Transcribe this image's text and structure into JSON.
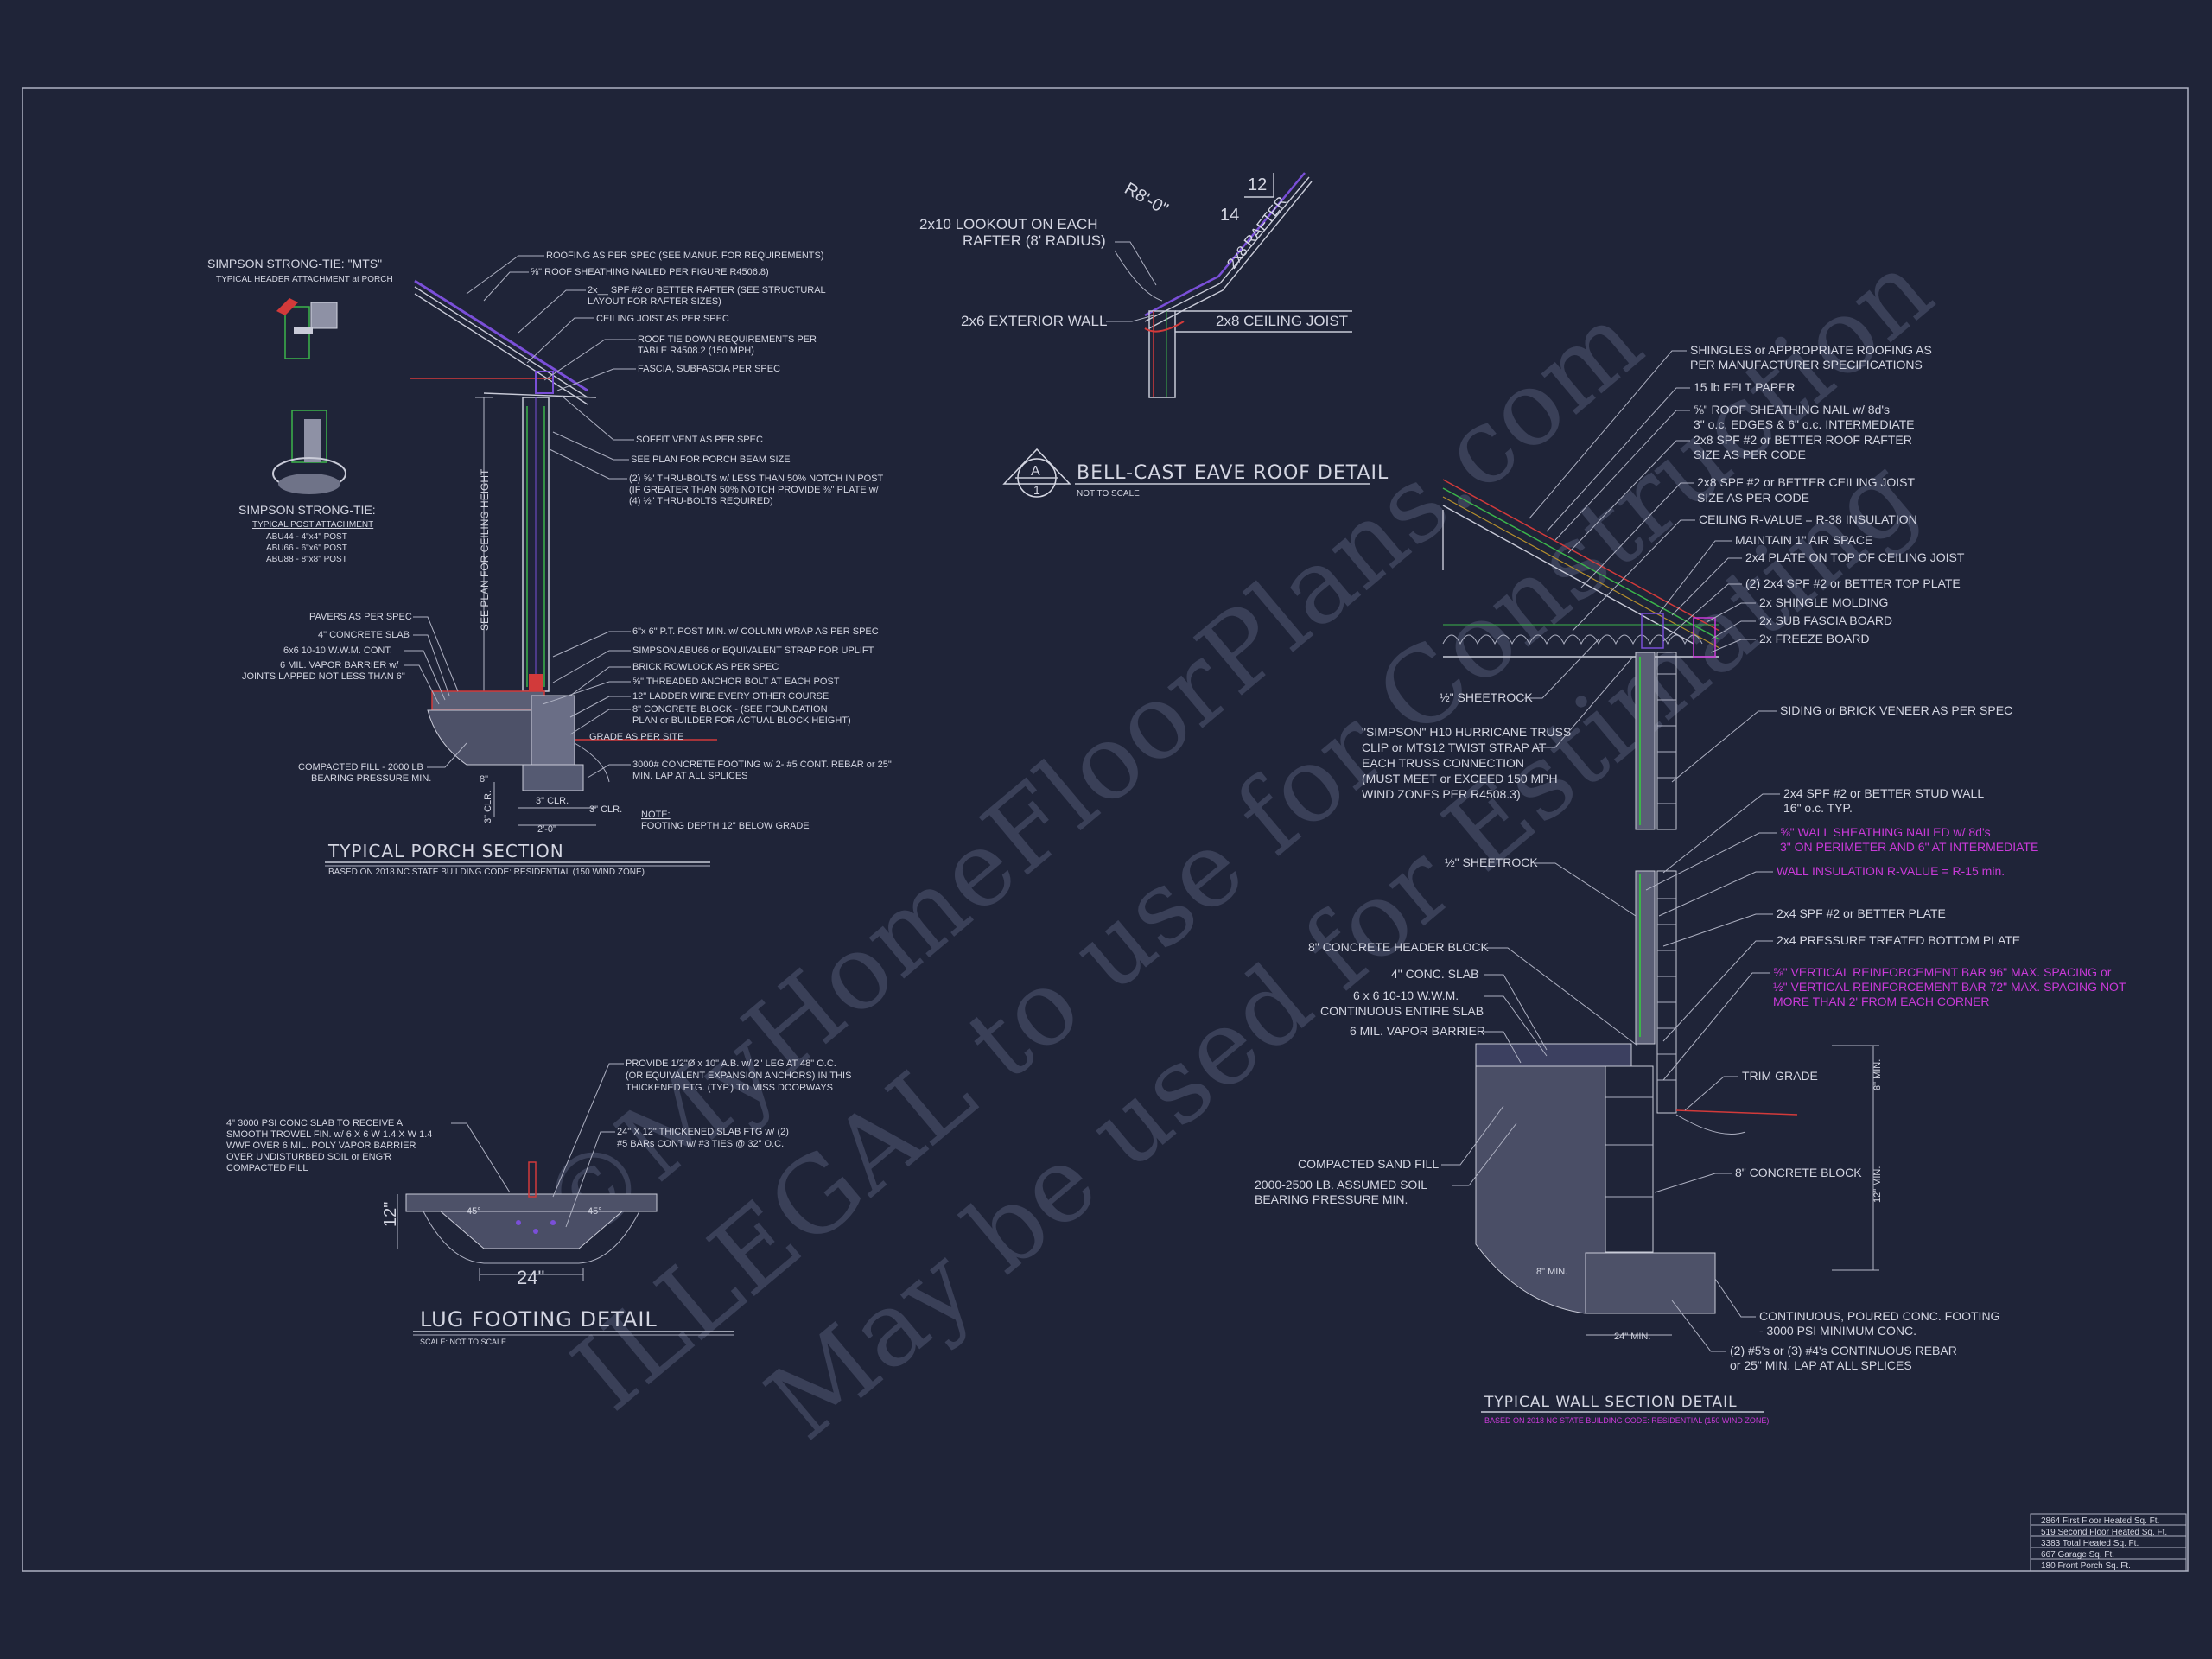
{
  "watermark": {
    "line1": "©MyHomeFloorPlans.com",
    "line2": "ILLEGAL to use for Construction",
    "line3": "May be used for Estimating"
  },
  "porch": {
    "strong_tie_title": "SIMPSON STRONG-TIE: \"MTS\"",
    "strong_tie_sub": "TYPICAL HEADER ATTACHMENT at PORCH",
    "post_title": "SIMPSON STRONG-TIE:",
    "post_sub": "TYPICAL POST ATTACHMENT",
    "post_items": [
      "ABU44 - 4\"x4\" POST",
      "ABU66 - 6\"x6\" POST",
      "ABU88 - 8\"x8\" POST"
    ],
    "right_notes": [
      "ROOFING AS PER SPEC (SEE MANUF. FOR REQUIREMENTS)",
      "⅝\" ROOF SHEATHING NAILED PER FIGURE R4506.8)",
      "2x__ SPF #2 or BETTER RAFTER (SEE STRUCTURAL",
      "LAYOUT FOR RAFTER SIZES)",
      "CEILING JOIST AS PER SPEC",
      "ROOF TIE DOWN REQUIREMENTS PER",
      "TABLE R4508.2 (150 MPH)",
      "FASCIA, SUBFASCIA PER SPEC",
      "SOFFIT VENT AS PER SPEC",
      "SEE PLAN FOR PORCH BEAM SIZE",
      "(2) ⅝\" THRU-BOLTS w/ LESS THAN 50% NOTCH IN POST",
      "(IF GREATER THAN 50% NOTCH PROVIDE ⅜\" PLATE w/",
      "(4) ½\" THRU-BOLTS REQUIRED)",
      "6\"x 6\" P.T. POST MIN. w/ COLUMN WRAP AS PER SPEC",
      "SIMPSON ABU66 or EQUIVALENT STRAP FOR UPLIFT",
      "BRICK ROWLOCK AS PER SPEC",
      "⅝\" THREADED ANCHOR BOLT AT EACH POST",
      "12\" LADDER WIRE EVERY OTHER COURSE",
      "8\" CONCRETE BLOCK - (SEE FOUNDATION",
      "PLAN or BUILDER FOR ACTUAL BLOCK HEIGHT)",
      "GRADE AS PER SITE",
      "3000# CONCRETE FOOTING w/ 2- #5 CONT. REBAR or 25\"",
      "MIN. LAP AT ALL SPLICES"
    ],
    "left_notes": [
      "PAVERS AS PER SPEC",
      "4\" CONCRETE SLAB",
      "6x6 10-10 W.W.M. CONT.",
      "6 MIL. VAPOR BARRIER w/",
      "JOINTS LAPPED NOT LESS THAN 6\"",
      "COMPACTED FILL - 2000 LB",
      "BEARING PRESSURE MIN."
    ],
    "vertical_note": "SEE PLAN FOR CEILING HEIGHT",
    "dims": [
      "8\"",
      "3\" CLR.",
      "3\" CLR.",
      "3\" CLR.",
      "2'-0\""
    ],
    "note_label": "NOTE:",
    "note_text": "FOOTING DEPTH 12\" BELOW GRADE",
    "title": "TYPICAL PORCH SECTION",
    "subtitle": "BASED ON 2018 NC STATE BUILDING CODE: RESIDENTIAL (150 WIND ZONE)"
  },
  "eave": {
    "lookout": "2x10 LOOKOUT ON EACH",
    "lookout2": "RAFTER (8' RADIUS)",
    "ext_wall": "2x6 EXTERIOR WALL",
    "radius": "R8'-0\"",
    "pitch_run": "12",
    "pitch_rise": "14",
    "rafter": "2x8 RAFTER",
    "joist": "2x8 CEILING JOIST",
    "tag_top": "A",
    "tag_bottom": "1",
    "title": "BELL-CAST EAVE ROOF DETAIL",
    "subtitle": "NOT TO SCALE"
  },
  "lug": {
    "left_note": [
      "4\" 3000 PSI CONC SLAB  TO RECEIVE A",
      "SMOOTH  TROWEL FIN. w/ 6 X 6 W 1.4 X W 1.4",
      "WWF OVER 6 MIL. POLY VAPOR BARRIER",
      "OVER UNDISTURBED  SOIL or ENG'R",
      "COMPACTED FILL"
    ],
    "top_note": [
      "PROVIDE 1/2\"Ø x 10\" A.B. w/ 2\" LEG AT 48\" O.C.",
      "(OR EQUIVALENT EXPANSION ANCHORS) IN  THIS",
      "THICKENED FTG. (TYP.) TO MISS DOORWAYS"
    ],
    "right_note": [
      "24\" X 12\" THICKENED SLAB FTG w/ (2)",
      "#5 BARs CONT w/ #3 TIES @ 32\" O.C."
    ],
    "dim_h": "12\"",
    "dim_w": "24\"",
    "angle_l": "45°",
    "angle_r": "45°",
    "title": "LUG FOOTING DETAIL",
    "subtitle": "SCALE: NOT TO SCALE"
  },
  "wall": {
    "right_notes": [
      "SHINGLES or APPROPRIATE ROOFING AS",
      "PER MANUFACTURER SPECIFICATIONS",
      "15 lb FELT PAPER",
      "⅝\" ROOF SHEATHING NAIL w/ 8d's",
      "3\" o.c. EDGES & 6\" o.c. INTERMEDIATE",
      "2x8 SPF #2 or BETTER ROOF RAFTER",
      "SIZE AS PER CODE",
      "2x8 SPF #2 or BETTER CEILING JOIST",
      "SIZE AS PER CODE",
      "CEILING R-VALUE = R-38 INSULATION",
      "MAINTAIN 1\" AIR SPACE",
      "2x4 PLATE ON TOP OF CEILING JOIST",
      "(2) 2x4 SPF #2 or BETTER TOP PLATE",
      "2x SHINGLE MOLDING",
      "2x SUB FASCIA BOARD",
      "2x FREEZE BOARD",
      "SIDING or BRICK VENEER AS PER SPEC",
      "2x4 SPF #2 or BETTER STUD WALL",
      "16\" o.c. TYP.",
      "⅝\" WALL SHEATHING NAILED w/ 8d's",
      "3\" ON PERIMETER AND 6\" AT INTERMEDIATE",
      "WALL INSULATION R-VALUE = R-15 min.",
      "2x4 SPF #2 or BETTER PLATE",
      "2x4 PRESSURE TREATED BOTTOM PLATE",
      "⅝\" VERTICAL REINFORCEMENT BAR 96\" MAX. SPACING or",
      "½\" VERTICAL REINFORCEMENT BAR 72\" MAX. SPACING NOT",
      "MORE THAN 2' FROM EACH CORNER",
      "TRIM GRADE",
      "8\" CONCRETE BLOCK",
      "CONTINUOUS, POURED CONC. FOOTING",
      "- 3000 PSI MINIMUM CONC.",
      "(2) #5's or (3) #4's CONTINUOUS REBAR",
      "or 25\" MIN. LAP AT ALL SPLICES"
    ],
    "left_notes": [
      "½\" SHEETROCK",
      "\"SIMPSON\" H10 HURRICANE TRUSS",
      "CLIP or MTS12 TWIST STRAP AT",
      "EACH TRUSS CONNECTION",
      "(MUST MEET or EXCEED 150 MPH",
      "WIND ZONES PER R4508.3)",
      "½\" SHEETROCK",
      "8\" CONCRETE HEADER BLOCK",
      "4\" CONC. SLAB",
      "6 x 6 10-10 W.W.M.",
      "CONTINUOUS ENTIRE SLAB",
      "6 MIL. VAPOR BARRIER",
      "COMPACTED SAND FILL",
      "2000-2500 LB. ASSUMED SOIL",
      "BEARING PRESSURE MIN."
    ],
    "dims": [
      "8\" MIN.",
      "12\" MIN.",
      "8\" MIN.",
      "24\" MIN."
    ],
    "title": "TYPICAL WALL SECTION DETAIL",
    "subtitle": "BASED ON 2018 NC STATE BUILDING CODE: RESIDENTIAL (150 WIND ZONE)"
  },
  "table": {
    "rows": [
      "2864 First Floor Heated Sq. Ft.",
      "519 Second Floor Heated Sq. Ft.",
      "3383 Total Heated Sq. Ft.",
      "667 Garage Sq. Ft.",
      "180 Front Porch Sq. Ft."
    ]
  },
  "colors": {
    "background": "#1f2438",
    "ink": "#d4d6e2",
    "magenta": "#c93ad8",
    "red": "#d23a3a",
    "green": "#3bb44a",
    "purple": "#7a4fd8",
    "watermark": "#3a4058"
  }
}
